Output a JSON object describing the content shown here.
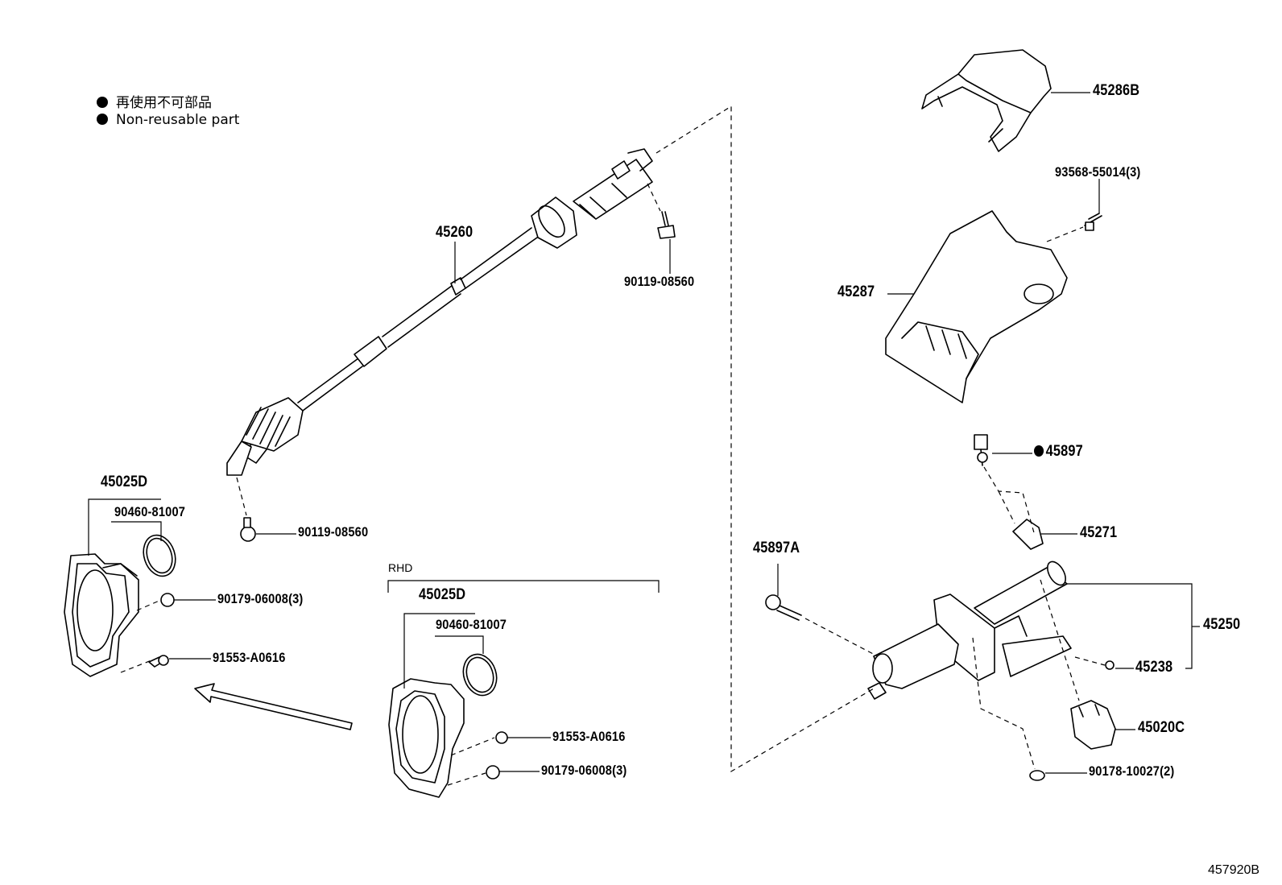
{
  "legend": {
    "japanese": "再使用不可部品",
    "english": "Non-reusable part"
  },
  "group_labels": {
    "rhd": "RHD"
  },
  "document_id": "457920B",
  "parts": {
    "p45260": "45260",
    "p90119_top": "90119-08560",
    "p90119_bottom": "90119-08560",
    "p45025D_left": "45025D",
    "p90460_left": "90460-81007",
    "p90179_left": "90179-06008(3)",
    "p91553_left": "91553-A0616",
    "p45025D_rhd": "45025D",
    "p90460_rhd": "90460-81007",
    "p91553_rhd": "91553-A0616",
    "p90179_rhd": "90179-06008(3)",
    "p45286B": "45286B",
    "p93568": "93568-55014(3)",
    "p45287": "45287",
    "p45897": "45897",
    "p45271": "45271",
    "p45897A": "45897A",
    "p45250": "45250",
    "p45238": "45238",
    "p45020C": "45020C",
    "p90178": "90178-10027(2)"
  }
}
